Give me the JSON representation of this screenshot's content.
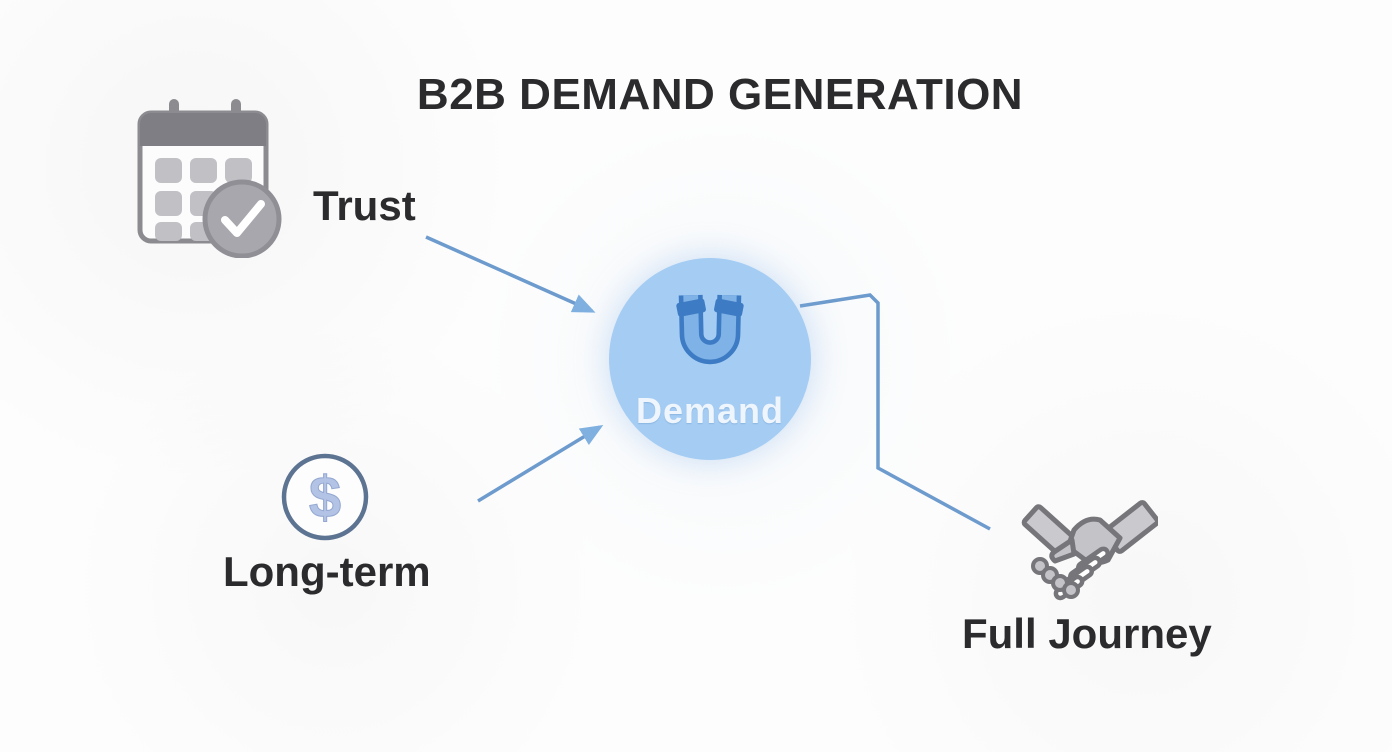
{
  "title": "B2B DEMAND GENERATION",
  "center_node": {
    "label": "Demand",
    "icon": "magnet-icon"
  },
  "factor_nodes": [
    {
      "id": "trust",
      "label": "Trust",
      "icon": "calendar-check-icon"
    },
    {
      "id": "long-term",
      "label": "Long-term",
      "icon": "dollar-coin-icon",
      "symbol": "$"
    }
  ],
  "outcome_node": {
    "label": "Full Journey",
    "icon": "handshake-icon"
  },
  "connections": [
    {
      "from": "Trust",
      "to": "Demand",
      "style": "straight-arrow"
    },
    {
      "from": "Long-term",
      "to": "Demand",
      "style": "straight-arrow"
    },
    {
      "from": "Demand",
      "to": "Full Journey",
      "style": "elbow-line"
    }
  ],
  "colors": {
    "label_text": "#2b2b2e",
    "circle_fill": "#a5ccf3",
    "magnet_outline": "#3d7cc4",
    "magnet_fill": "#7fb2e6",
    "demand_text": "#eef5fc",
    "arrow": "#6d9bcd",
    "arrowhead": "#7fb0e0",
    "icon_gray": "#8b8b90",
    "icon_gray_fill": "#c0c0c5",
    "dollar_ring": "#5c7392",
    "dollar_sign": "#b3c3e5"
  }
}
